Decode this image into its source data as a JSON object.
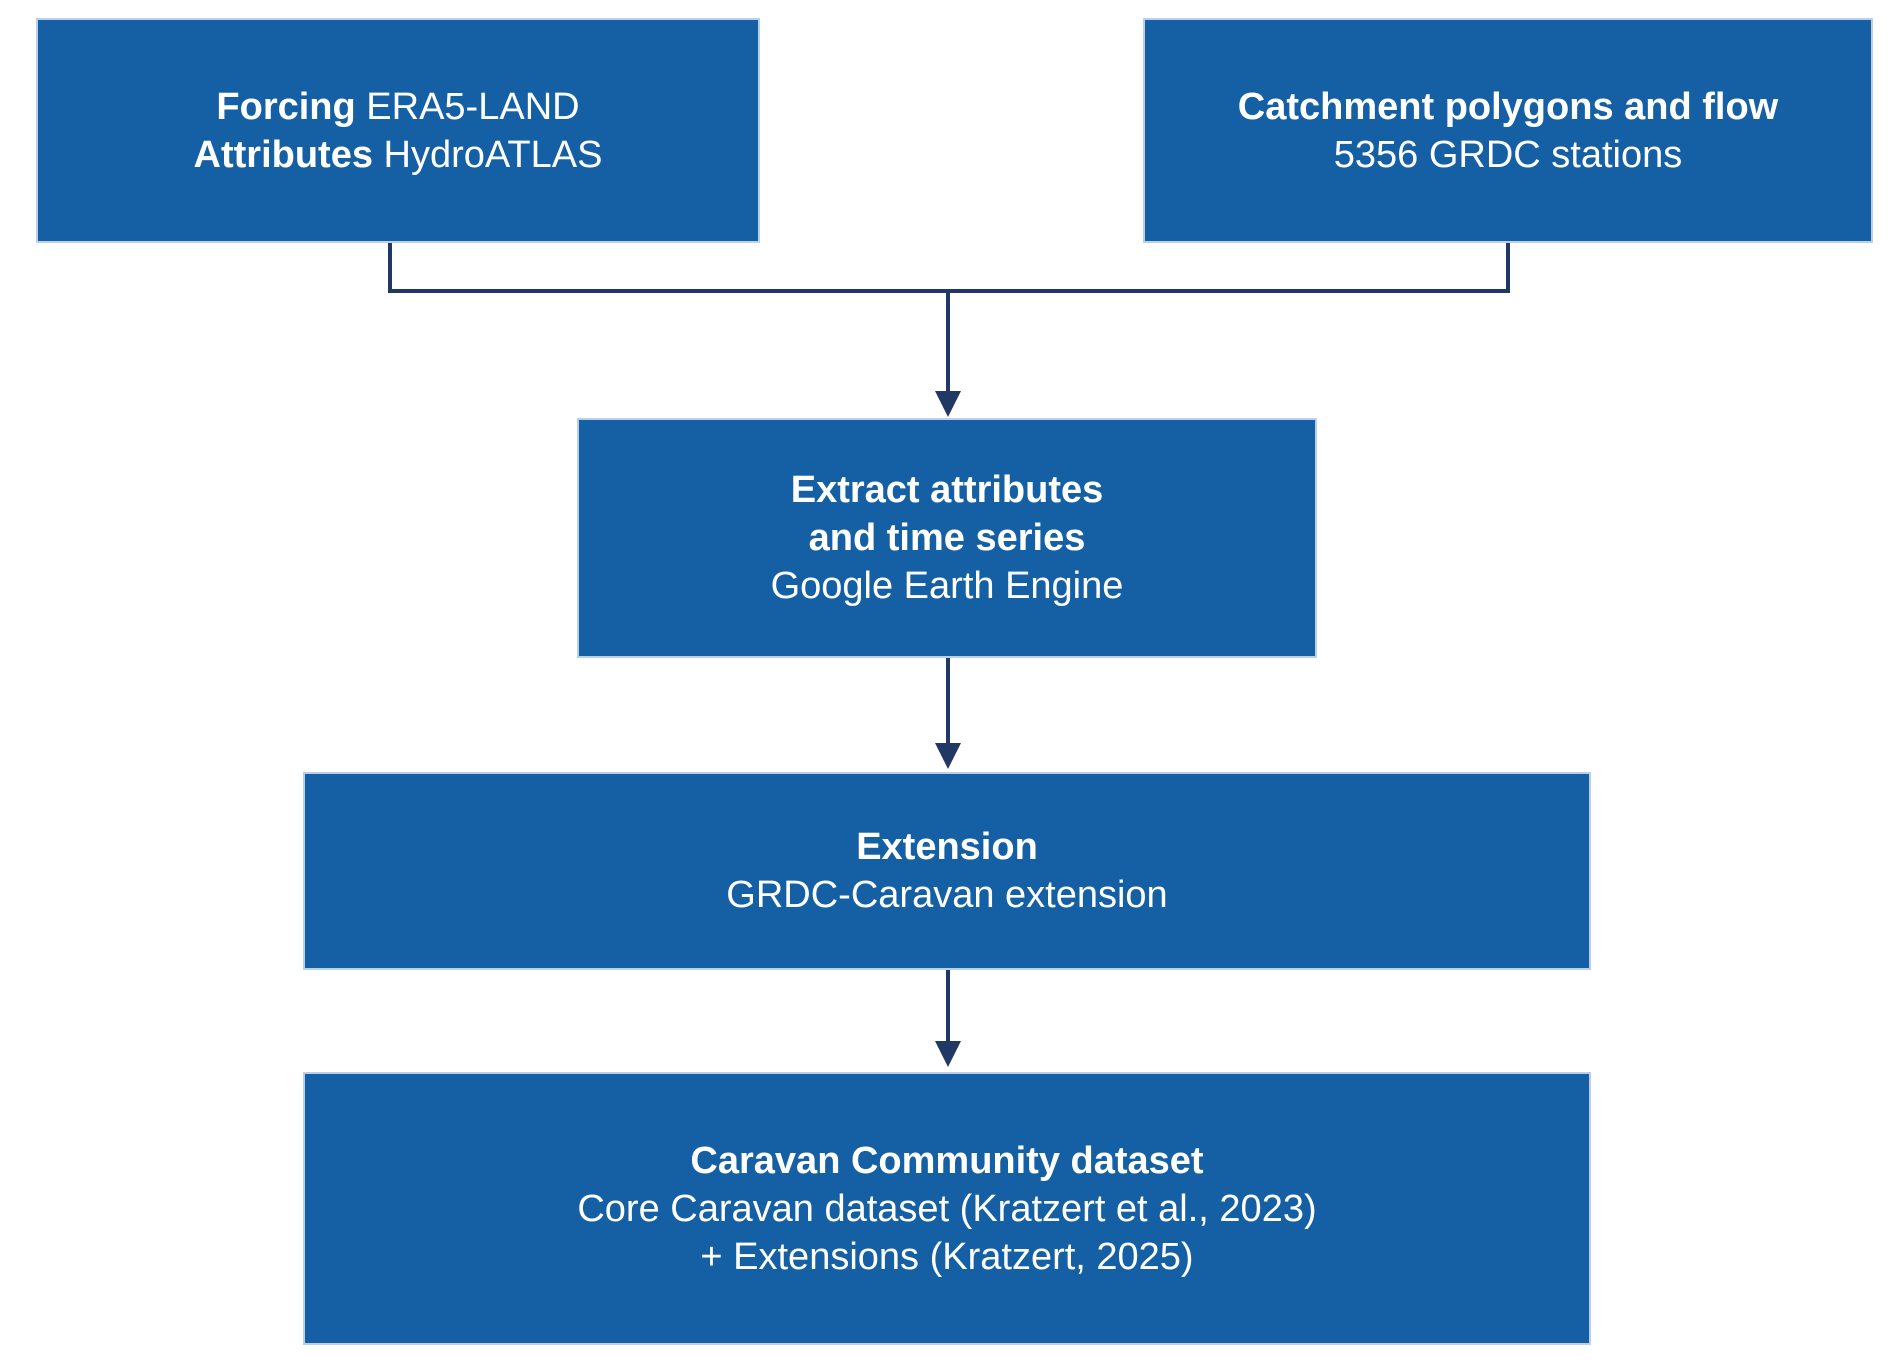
{
  "figure": {
    "type": "flowchart",
    "description": "Workflow for building the Caravan community dataset from GRDC stations"
  },
  "colors": {
    "box_fill": "#1560A4",
    "box_edge": "#b9cfea",
    "connector": "#1f3864",
    "text": "#ffffff",
    "canvas_bg": "#ffffff"
  },
  "nodes": {
    "forcing": {
      "line1_bold": "Forcing",
      "line1_rest": " ERA5-LAND",
      "line2_bold": "Attributes",
      "line2_rest": " HydroATLAS"
    },
    "catchment": {
      "line1_bold": "Catchment polygons and flow",
      "line2": "5356 GRDC stations"
    },
    "extract": {
      "line1_bold": "Extract attributes",
      "line2_bold": "and time series",
      "line3": "Google Earth Engine"
    },
    "extension": {
      "line1_bold": "Extension",
      "line2": "GRDC-Caravan extension"
    },
    "caravan": {
      "line1_bold": "Caravan Community dataset",
      "line2": "Core Caravan dataset (Kratzert et al., 2023)",
      "line3": "+ Extensions (Kratzert, 2025)"
    }
  }
}
